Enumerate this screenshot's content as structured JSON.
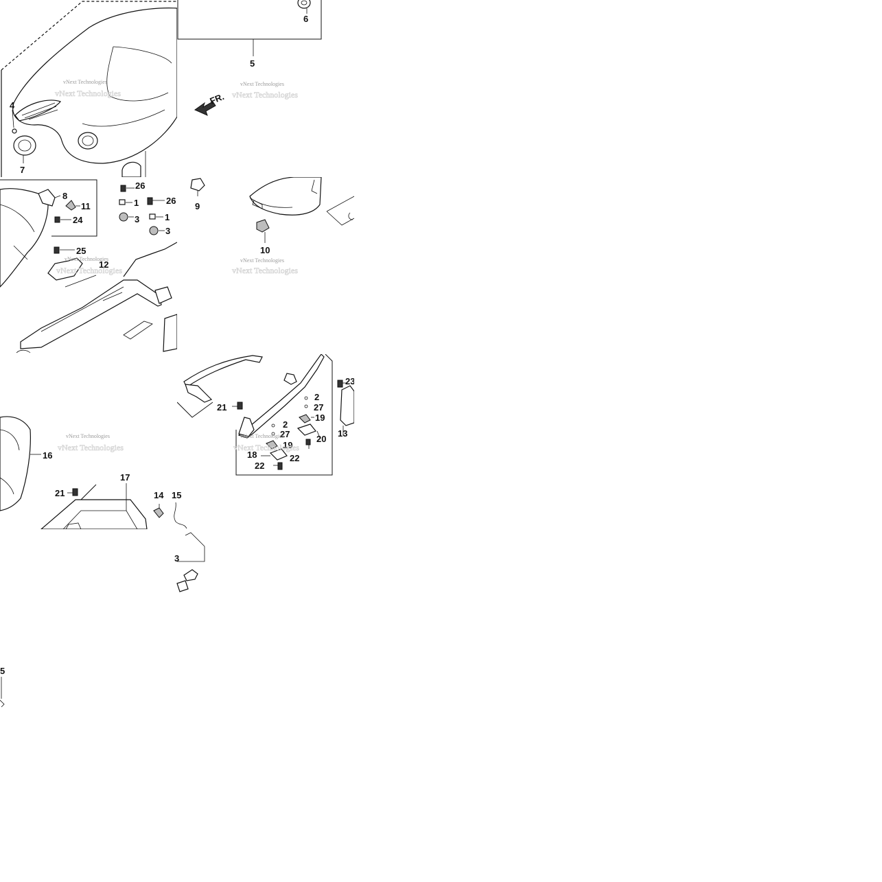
{
  "watermark": "vNext Technologies",
  "direction_label": "FR.",
  "callouts": {
    "c1": "1",
    "c2": "2",
    "c3": "3",
    "c4": "4",
    "c5": "5",
    "c6": "6",
    "c7": "7",
    "c8": "8",
    "c9": "9",
    "c10": "10",
    "c11": "11",
    "c12": "12",
    "c13": "13",
    "c14": "14",
    "c15": "15",
    "c16": "16",
    "c17": "17",
    "c18": "18",
    "c19": "19",
    "c20": "20",
    "c21": "21",
    "c22": "22",
    "c23": "23",
    "c24": "24",
    "c25": "25",
    "c26": "26",
    "c27": "27"
  }
}
